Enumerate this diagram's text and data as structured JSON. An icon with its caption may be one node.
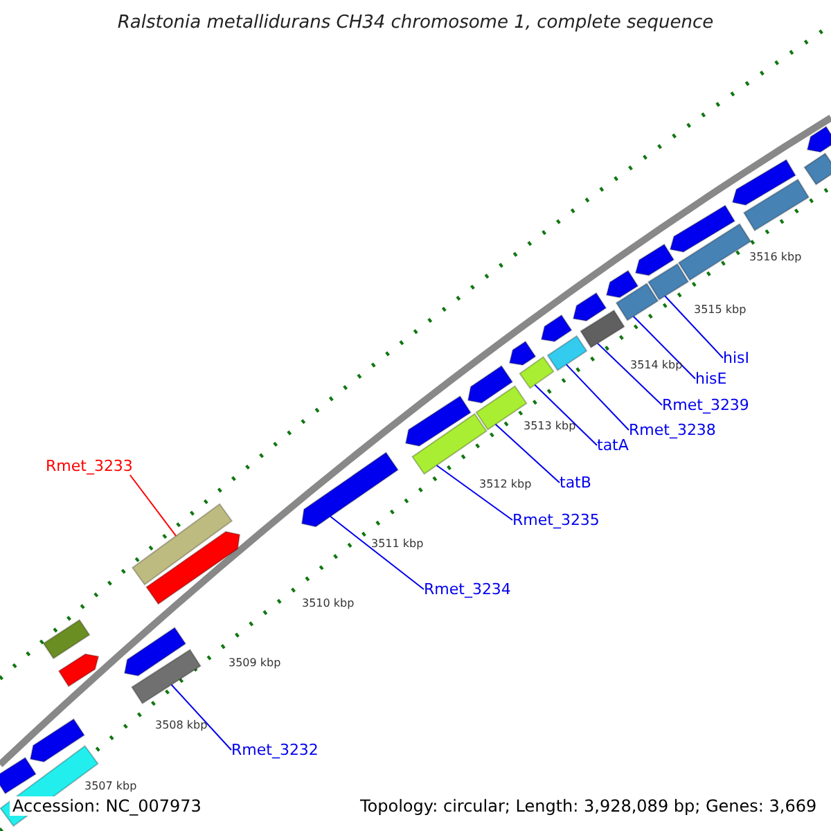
{
  "diagram": {
    "title": "Ralstonia metallidurans CH34 chromosome 1, complete sequence",
    "nodes": [
      {
        "text": [
          "Rmet_3233"
        ]
      },
      {
        "text": [],
        "shape": "bar"
      },
      {
        "text": [
          "Rmet_3232"
        ]
      },
      {
        "text": [],
        "shape": "bar"
      },
      {
        "text": [
          "Rmet_3234"
        ]
      },
      {
        "text": [],
        "shape": "bar"
      },
      {
        "text": [
          "Rmet_3235"
        ]
      },
      {
        "text": [],
        "shape": "bar"
      },
      {
        "text": [
          "tatB"
        ]
      },
      {
        "text": [],
        "shape": "bar"
      },
      {
        "text": [
          "tatA"
        ]
      },
      {
        "text": [],
        "shape": "bar"
      },
      {
        "text": [
          "Rmet_3238"
        ]
      },
      {
        "text": [],
        "shape": "bar"
      },
      {
        "text": [
          "Rmet_3239"
        ]
      },
      {
        "text": [],
        "shape": "bar"
      },
      {
        "text": [
          "hisE"
        ]
      },
      {
        "text": [],
        "shape": "bar"
      },
      {
        "text": [
          "hisI"
        ]
      },
      {
        "text": [],
        "shape": "bar"
      }
    ],
    "edges": [
      {
        "from": 0,
        "to": 1,
        "arrow": "none",
        "color": "#ff0000"
      },
      {
        "from": 2,
        "to": 3,
        "arrow": "none"
      },
      {
        "from": 4,
        "to": 5,
        "arrow": "none"
      },
      {
        "from": 6,
        "to": 7,
        "arrow": "none"
      },
      {
        "from": 8,
        "to": 9,
        "arrow": "none"
      },
      {
        "from": 10,
        "to": 11,
        "arrow": "none"
      },
      {
        "from": 12,
        "to": 13,
        "arrow": "none"
      },
      {
        "from": 14,
        "to": 15,
        "arrow": "none"
      },
      {
        "from": 16,
        "to": 17,
        "arrow": "none"
      },
      {
        "from": 18,
        "to": 19,
        "arrow": "none"
      }
    ],
    "labels": [
      "3516 kbp",
      "3515 kbp",
      "3514 kbp",
      "3513 kbp",
      "3512 kbp",
      "3511 kbp",
      "3510 kbp",
      "3509 kbp",
      "3508 kbp",
      "3507 kbp",
      "Accession: NC_007973",
      "Topology: circular; Length: 3,928,089 bp; Genes: 3,669"
    ]
  }
}
